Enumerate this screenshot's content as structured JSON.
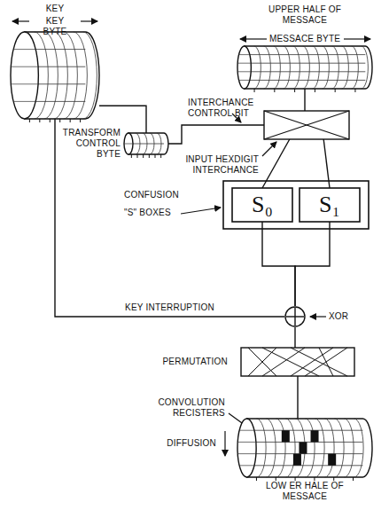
{
  "diagram": {
    "nodes": [
      {
        "text": [
          "KEY",
          "KEY BYTE"
        ]
      },
      {
        "text": [
          "UPPER HALF OF MESSACE",
          "MESSACE BYTE"
        ]
      },
      {
        "text": [
          "TRANSFORM CONTROL BYTE"
        ]
      },
      {
        "text": [
          "INPUT HEXDIGIT INTERCHANCE"
        ]
      },
      {
        "text": [
          "S₀"
        ]
      },
      {
        "text": [
          "S₁"
        ]
      },
      {
        "text": [
          "XOR"
        ]
      },
      {
        "text": [
          "PERMUTATION"
        ]
      },
      {
        "text": [
          "CONVOLUTION RECISTERS",
          "DIFFUSION",
          "LOW ER HALE OF MESSACE"
        ]
      }
    ],
    "edges": [
      {
        "from": 0,
        "to": 2,
        "arrow": "none"
      },
      {
        "from": 0,
        "to": 6,
        "label": "KEY INTERRUPTION",
        "arrow": "none"
      },
      {
        "from": 1,
        "to": 3,
        "arrow": "none"
      },
      {
        "from": 2,
        "to": 3,
        "arrow": "none"
      },
      {
        "from": 3,
        "to": 4,
        "arrow": "none"
      },
      {
        "from": 3,
        "to": 5,
        "arrow": "none"
      },
      {
        "from": 4,
        "to": 6,
        "arrow": "none"
      },
      {
        "from": 5,
        "to": 6,
        "arrow": "none"
      },
      {
        "from": 6,
        "to": 7,
        "arrow": "none"
      },
      {
        "from": 7,
        "to": 8,
        "arrow": "none"
      }
    ],
    "labels": [
      "INTERCHANCE CONTROL BIT",
      "CONFUSION",
      "\"S\" BOXES"
    ]
  }
}
